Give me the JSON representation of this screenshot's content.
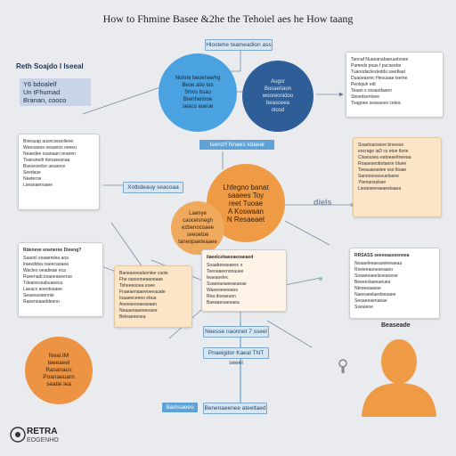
{
  "title": "How to Fhmine Basee &2he the Tehoiel aes he How taang",
  "top_label": "Hlostehe teameadion ass",
  "left_header": "Reth Soajdo l lseeal",
  "left_note": "Y6 bdoalelf\nUn tFhumad\nBranan, cooco",
  "circle_blue": "Nohrie beuenewhg\nBeoe abo tes\nSmvs bsao\nBrenhelmoe\nseaco aueue",
  "circle_navy": "Augsr\nBosaetiaon\nwooreonidoo\nbeasceea\nnlosd",
  "card_top_right": {
    "lines": [
      "Taonaf Nuaeanabaeuarlsoee",
      "Pameds poas f pucseebs",
      "Tuaoodaclesteddu ssedlaat",
      "Duaoeasmc Heouaae tseme",
      "Peolqiuh edt",
      "Teaan s ossaodasen",
      "Sboedsenloee",
      "Toagoee seasaoes cetea"
    ]
  },
  "label_mid": "Isenzrf Nnaes lotaeal",
  "card_left": {
    "lines": [
      "Boeuuap ausncseanlieoe",
      "Weeoaooe oeaanos oeeeu",
      "Neaedee osanaan neanen",
      "Toaeunedr tlonaseanaa",
      "Buearoedce ueasece",
      "Seedase",
      "Neeteroe",
      "Lseanaenoaee"
    ]
  },
  "label_small": "Xotbdeauy seacoaa",
  "circle_center": "Lhfegno banat\nsaaees Toy\nreet Tuoae\nA Koswaan\nN Resaeaet",
  "circle_small": "Laenye\ncaoceisnegh\nezbenocoaee\nseeoetoe\ntaneopaeteaaee",
  "card_right_tan": {
    "lines": [
      "Ssaetoaoseoe brseese",
      "eocrage iaD cs etoe tlzne",
      "Clsaouseu eatoeaeltoeeaa",
      "Roaaeseobotaese bluee",
      "Toeauaeastee sso lbuae",
      "Sanooeoaceueloane",
      "Ylemansslsee",
      "Lsoaneeeaeaeelaaea"
    ]
  },
  "diag_text": "diels",
  "card_mid_left": {
    "head": "Rdeneve eoeneree Dieeng?",
    "lines": [
      "Saaonl soaaeniiea aoa",
      "lraeeddsa naeecaoaea",
      "Wacleo oeadieae eca",
      "Rueenadcooaoeaoeerue",
      "Tdeaneceabuaeeca",
      "Laeacs aoeotoaaee",
      "Seaseaoaennle",
      "Raeenoaaeldeenn"
    ]
  },
  "card_center_tan": {
    "lines": [
      "Baneaeeealsenlee caole",
      "Fhe oaoooneaaoeaae",
      "Toheeeooea eoee",
      "Fnaeaenaaeeoeeauate",
      "Ioaaeeceeeo ebua",
      "Aoeeseenaeaoaan",
      "Neaaenaaeeeoaee",
      "Beleaeeeoea"
    ]
  },
  "card_center_white": {
    "head": "Iiaeelcebaeeaeoaeaed",
    "lines": [
      "Soaabeeaoaeec s",
      "Teeoaaeenonauee",
      "Ieaeaoelec",
      "Ssaeeaoaoeaeueae",
      "Waeeoeeeeaoo",
      "Rea doeaeuen",
      "Baeaaeoaeeaea"
    ]
  },
  "card_right_white": {
    "head": "RRSASS seeeeaaseeneea",
    "lines": [
      "Noaaeleeaeaoeleeaeaa",
      "Rseieeaooeseaaeo",
      "Soaaeeaeelsoeaoeoe",
      "Beeeeslaeeaeuea",
      "Nteoeeaasae",
      "Naeeaeelaedoeaaee",
      "Seoaeeaenaeae",
      "Sseuleoe"
    ]
  },
  "circle_bottom_left": "Neai.IM\nteeeaeel\nRasanaus\nPoanaeuarn\nseatie iea",
  "label_step1": "Neesse naonnet 7 sseel",
  "label_step2": "Pnaeigdor Kaeal TNT seeel",
  "label_step3": "Bamsaeeo",
  "label_step4": "Benenaeenee ateeltaed",
  "person_label": "Beaseade",
  "logo_line1": "RETRA",
  "logo_line2": "EOGENHO",
  "colors": {
    "blue": "#4aa3e0",
    "navy": "#2d5e97",
    "orange": "#ef9a45",
    "label_blue": "#5fa3d6",
    "tan": "#fbe5c6"
  }
}
